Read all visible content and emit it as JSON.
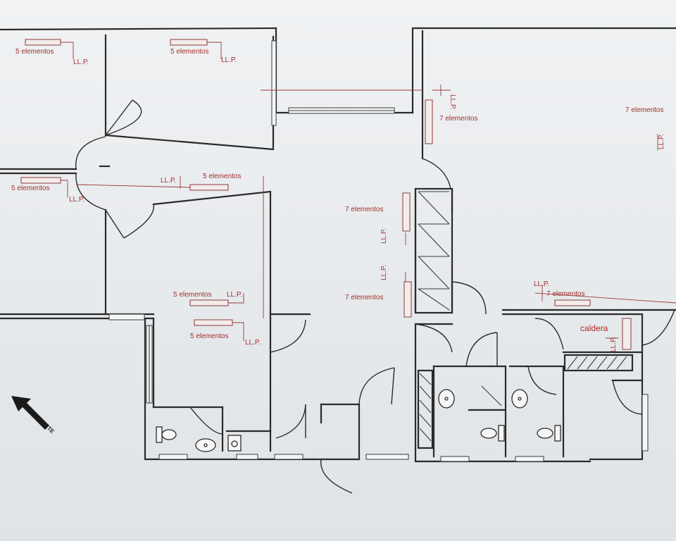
{
  "labels": {
    "el5": "5 elementos",
    "el7": "7 elementos",
    "llp": "LL.P.",
    "caldera": "caldera",
    "north": "NORTE"
  },
  "colors": {
    "background": "#e9ecef",
    "walls": "#2a2a2a",
    "annotations": "#a0302a"
  }
}
